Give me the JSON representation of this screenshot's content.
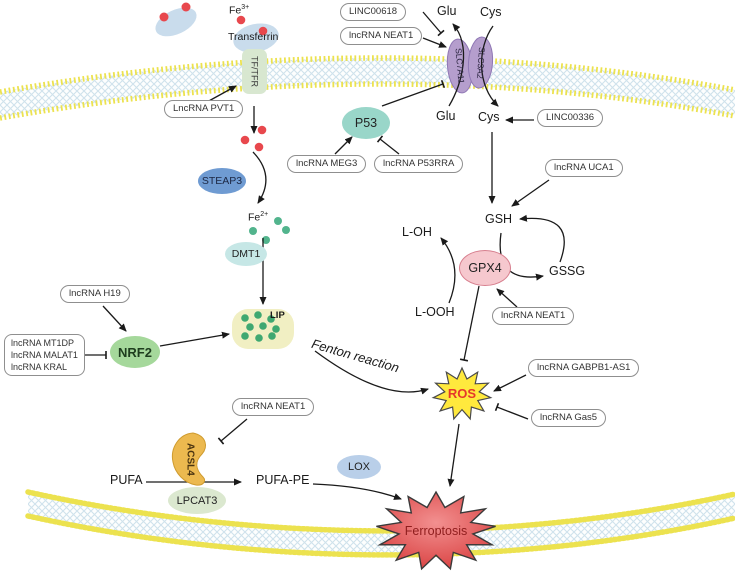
{
  "palette": {
    "membrane_head": "#ece24f",
    "membrane_tail": "#cfe2ec",
    "vesicle_blue": "#c9dcec",
    "iron3_dot": "#e8484d",
    "iron2_dot": "#52b48d",
    "receptor_green": "#d8e7d0",
    "transporter_purple": "#b59ecd",
    "p53_teal": "#99d6c9",
    "steap3_blue": "#6f9bd2",
    "dmt1_cyan": "#c6e7e6",
    "gpx4_pink": "#f6c8ce",
    "nrf2_green": "#a5d89b",
    "lip_yellow": "#f1efc3",
    "acsl4_orange": "#ecb94f",
    "lpcat3_green": "#dbe8cf",
    "lox_blue": "#b9cfe9",
    "ros_yellow": "#ffe93d",
    "ros_text": "#e5372b",
    "ferroptosis_red": "#dd4545",
    "ferroptosis_text": "#8f1d1d"
  },
  "nodes": {
    "transferrin": "Transferrin",
    "tf_tfr": "TF/TFR",
    "fe3_base": "Fe",
    "fe3_sup": "3+",
    "fe2_base": "Fe",
    "fe2_sup": "2+",
    "steap3": "STEAP3",
    "dmt1": "DMT1",
    "p53": "P53",
    "slc7a11": "SLC7A11",
    "slc3a2": "SLC3A2",
    "gpx4": "GPX4",
    "nrf2": "NRF2",
    "acsl4": "ACSL4",
    "lpcat3": "LPCAT3",
    "lox": "LOX",
    "lip": "LIP"
  },
  "molecules": {
    "glu_top": "Glu",
    "cys_top": "Cys",
    "glu_bottom": "Glu",
    "cys_bottom": "Cys",
    "gsh": "GSH",
    "gssg": "GSSG",
    "l_oh": "L-OH",
    "l_ooh": "L-OOH",
    "pufa": "PUFA",
    "pufa_pe": "PUFA-PE"
  },
  "lncRNAs": {
    "pvt1": "LncRNA PVT1",
    "linc00618": "LINC00618",
    "neat1_top": "lncRNA NEAT1",
    "meg3": "lncRNA MEG3",
    "p53rra": "lncRNA P53RRA",
    "linc00336": "LINC00336",
    "uca1": "lncRNA UCA1",
    "neat1_gpx4": "lncRNA NEAT1",
    "gabpb1_as1": "lncRNA GABPB1-AS1",
    "gas5": "lncRNA Gas5",
    "h19": "lncRNA H19",
    "mt1dp": "lncRNA MT1DP",
    "malat1": "lncRNA MALAT1",
    "kral": "lncRNA KRAL",
    "neat1_acsl4": "lncRNA NEAT1"
  },
  "processes": {
    "fenton": "Fenton reaction",
    "ros": "ROS",
    "ferroptosis": "Ferroptosis"
  }
}
